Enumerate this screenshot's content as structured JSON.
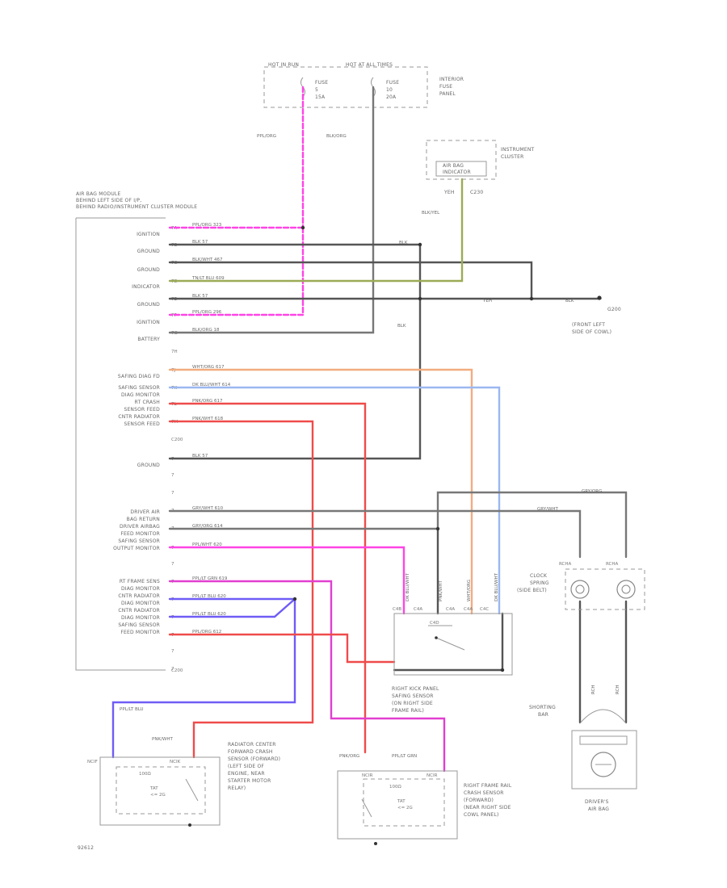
{
  "fuse_panel": {
    "hot_in_run": "HOT IN RUN",
    "hot_at_all_times": "HOT AT ALL TIMES",
    "fuse_a": [
      "FUSE",
      "5",
      "15A"
    ],
    "fuse_b": [
      "FUSE",
      "10",
      "20A"
    ],
    "panel_label": [
      "INTERIOR",
      "FUSE",
      "PANEL"
    ]
  },
  "cluster": {
    "lamp": [
      "AIR BAG",
      "INDICATOR"
    ],
    "label": [
      "INSTRUMENT",
      "CLUSTER"
    ],
    "pin_a": "YEH",
    "pin_b": "C230"
  },
  "module": {
    "title": [
      "AIR BAG MODULE",
      "BEHIND LEFT SIDE OF I/P,",
      "BEHIND RADIO/INSTRUMENT CLUSTER MODULE"
    ],
    "left_labels": [
      "IGNITION",
      "GROUND",
      "GROUND",
      "INDICATOR",
      "GROUND",
      "IGNITION",
      "BATTERY",
      "SAFING DIAG FD",
      "SAFING SENSOR",
      "DIAG MONITOR",
      "RT CRASH",
      "SENSOR FEED",
      "CNTR RADIATOR",
      "SENSOR FEED",
      "GROUND",
      "DRIVER AIR",
      "BAG RETURN",
      "DRIVER AIRBAG",
      "FEED MONITOR",
      "SAFING SENSOR",
      "OUTPUT MONITOR",
      "RT FRAME SENS",
      "DIAG MONITOR",
      "CNTR RADIATOR",
      "DIAG MONITOR",
      "CNTR RADIATOR",
      "DIAG MONITOR",
      "SAFING SENSOR",
      "FEED MONITOR"
    ],
    "pins": [
      "7A",
      "7B",
      "7C",
      "7D",
      "7E",
      "7F",
      "7G",
      "7H",
      "7J",
      "7K",
      "7L",
      "7M",
      "C200",
      "7",
      "7",
      "7",
      "7",
      "7",
      "7",
      "7",
      "7",
      "7",
      "7",
      "7",
      "7",
      "7",
      "C200"
    ],
    "wire_labels": [
      "PPL/ORG  323",
      "BLK  57",
      "BLK/WHT  467",
      "TN/LT BLU  609",
      "BLK  57",
      "PPL/ORG  296",
      "BLK/ORG  18",
      "WHT/ORG  617",
      "DK BLU/WHT  614",
      "PNK/ORG  617",
      "PNK/WHT  618",
      "BLK  57",
      "GRY/WHT  610",
      "GRY/ORG  614",
      "PPL/WHT  620",
      "PPL/LT GRN  619",
      "PPL/LT BLU  620",
      "PPL/LT BLU  620",
      "PPL/ORG  612"
    ]
  },
  "wires": {
    "ppl_org": "PPL/ORG",
    "blk_org": "BLK/ORG",
    "blk_yel": "BLK/YEL",
    "blk": "BLK",
    "blk2": "BLK",
    "gry_org": "GRY/ORG",
    "gry_wht": "GRY/WHT",
    "ppl_lt_blu": "PPL/LT BLU",
    "pnk_wht": "PNK/WHT",
    "pnk_org": "PNK/ORG",
    "ppl_lt_grn": "PPL/LT GRN",
    "yeh": "YEH",
    "blk_ground": "BLK"
  },
  "ground": {
    "id": "G200",
    "label": [
      "(FRONT LEFT",
      "SIDE OF COWL)"
    ]
  },
  "right_kick": {
    "pins": [
      "C4B",
      "C4A",
      "C4A",
      "C4A",
      "C4C",
      "C4D"
    ],
    "vertical_labels": [
      "DK BLU/WHT",
      "PNK/WHT",
      "WHT/ORG",
      "DK BLU/WHT"
    ],
    "label": [
      "RIGHT KICK PANEL",
      "SAFING SENSOR",
      "(ON RIGHT SIDE",
      "FRAME RAIL)"
    ]
  },
  "clock_spring": {
    "label": [
      "CLOCK",
      "SPRING",
      "(SIDE BELT)"
    ],
    "pin_a": "RCHA",
    "pin_b": "RCHA",
    "pin_c": "RCH",
    "pin_d": "RCH",
    "shorting_bar": [
      "SHORTING",
      "BAR"
    ]
  },
  "drivers_airbag": [
    "DRIVER'S",
    "AIR BAG"
  ],
  "radiator_sensor": {
    "pin_left": "NCIF",
    "pin_right": "NCIK",
    "wire": "PNK/WHT",
    "inner": [
      "100Ω",
      "TAT",
      "<= 2G"
    ],
    "label": [
      "RADIATOR CENTER",
      "FORWARD CRASH",
      "SENSOR (FORWARD)",
      "(LEFT SIDE OF",
      "ENGINE, NEAR",
      "STARTER MOTOR",
      "RELAY)"
    ]
  },
  "frame_sensor": {
    "pin_left": "NCIR",
    "pin_right": "NCIR",
    "wire_a": "PNK/ORG",
    "wire_b": "PPL/LT GRN",
    "inner": [
      "100Ω",
      "TAT",
      "<= 2G"
    ],
    "label": [
      "RIGHT FRAME RAIL",
      "CRASH SENSOR",
      "(FORWARD)",
      "(NEAR RIGHT SIDE",
      "COWL PANEL)"
    ]
  },
  "figure_id": "92612",
  "colors": {
    "pink": "#ff44e6",
    "magenta": "#e13fd0",
    "violet": "#6f5cf6",
    "red": "#ef4b4b",
    "orange": "#f2ad80",
    "lightblue": "#9bb7f0",
    "olive": "#9bab56",
    "gray": "#777777",
    "dark": "#555555"
  }
}
